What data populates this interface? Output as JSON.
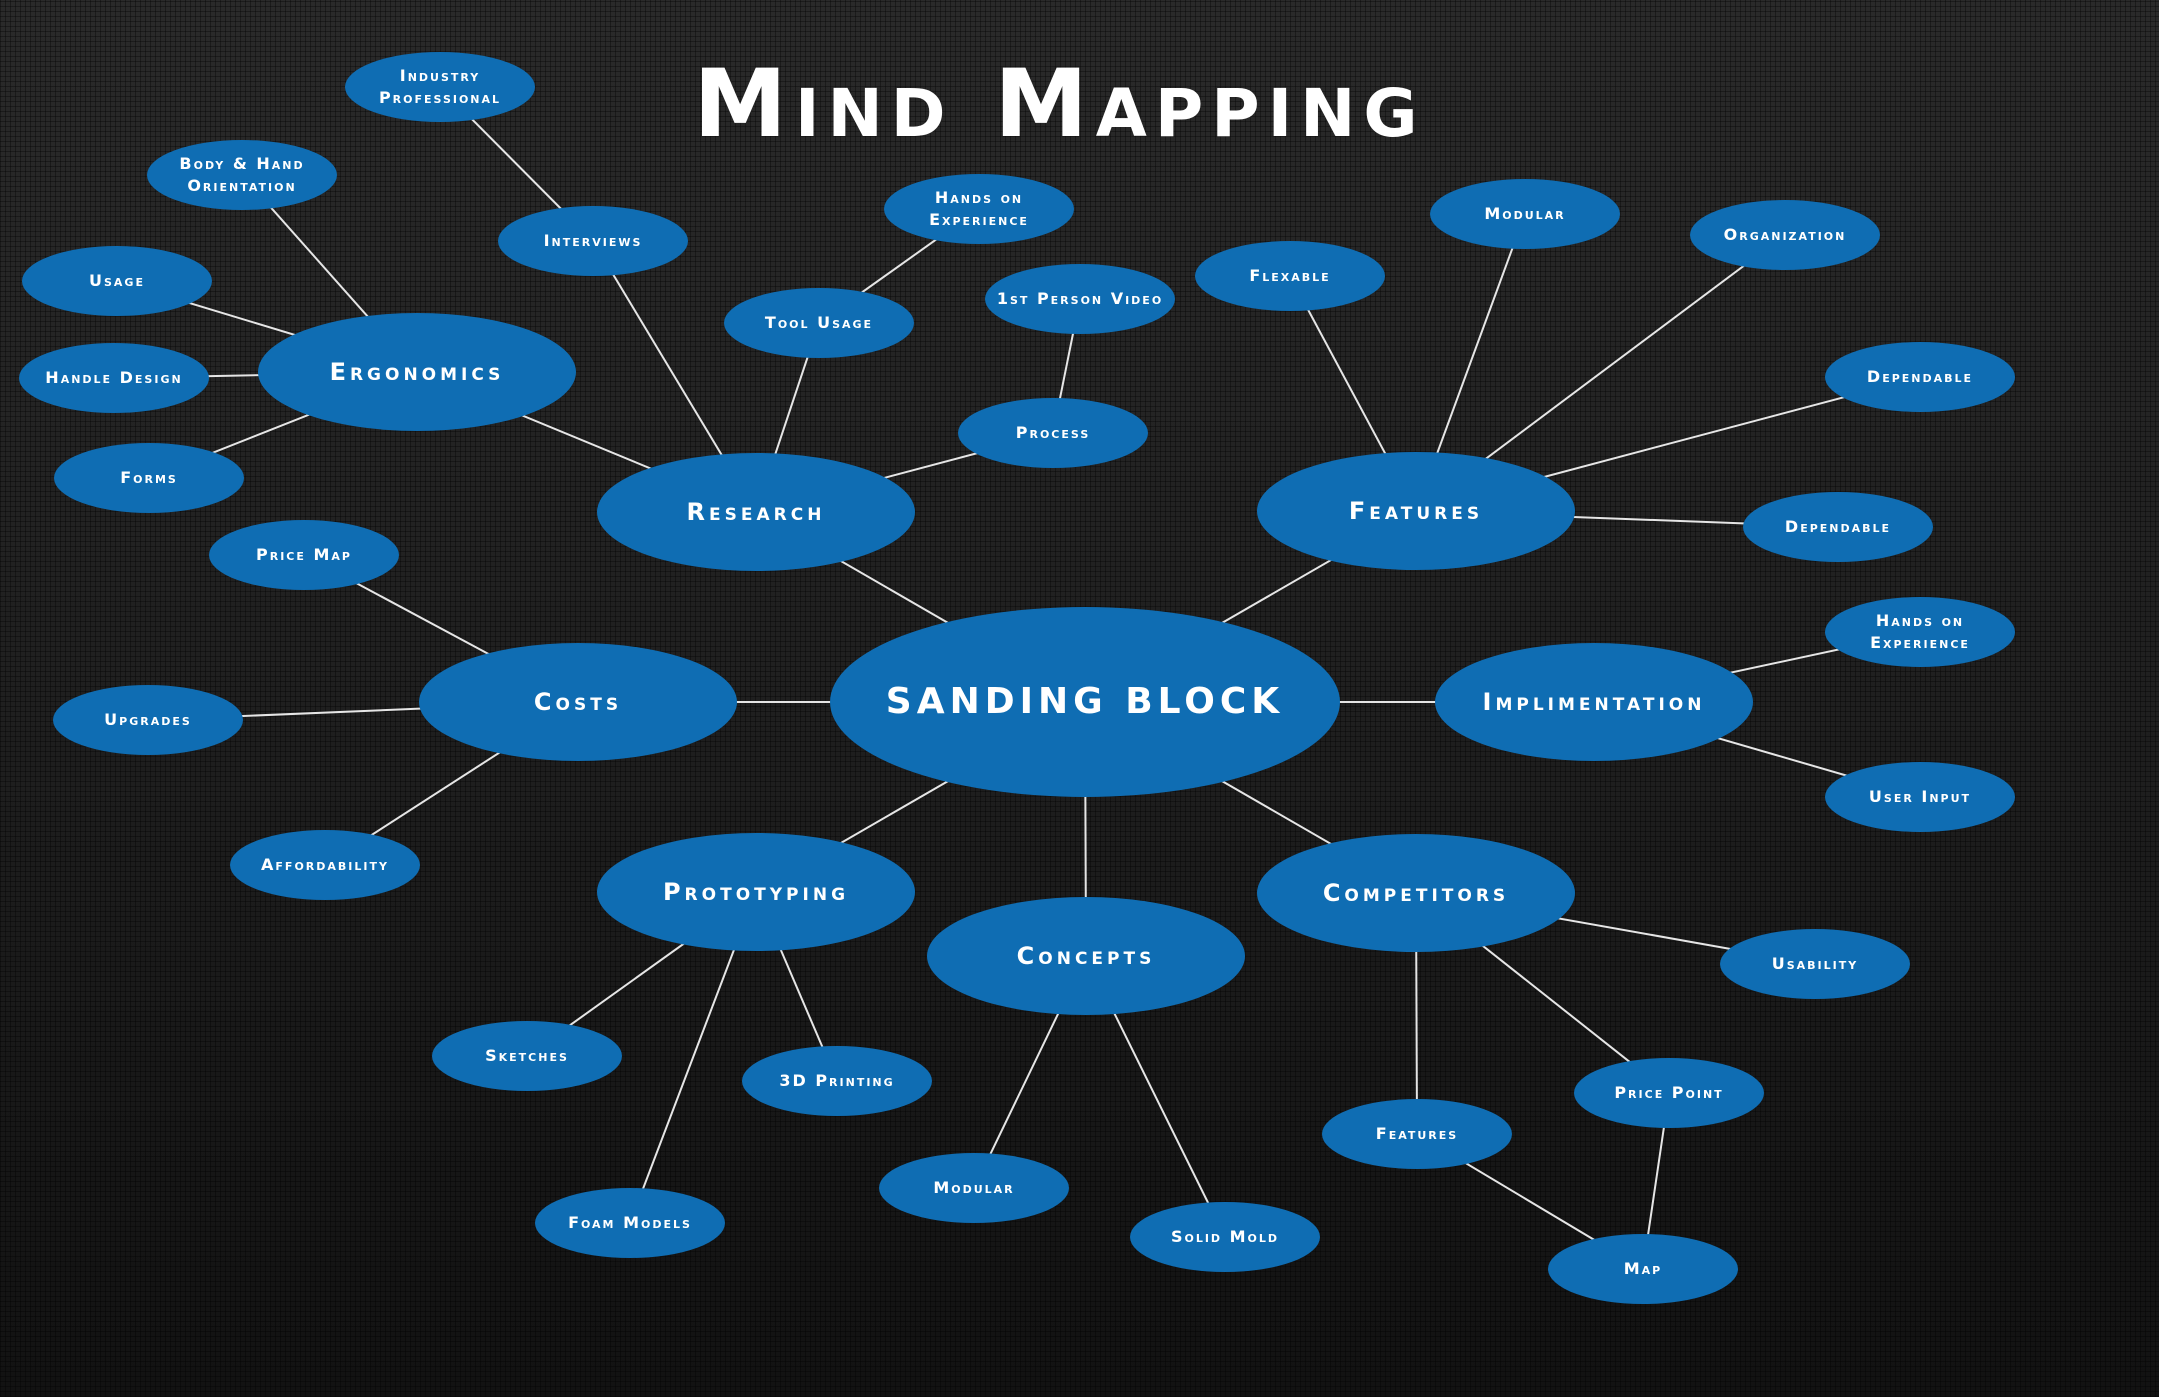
{
  "title": "Mind Mapping",
  "colors": {
    "node_fill": "#0f6db3",
    "line": "#e6e6e6",
    "text": "#ffffff"
  },
  "center": {
    "label": "SANDING BLOCK"
  },
  "hubs": [
    {
      "id": "research",
      "label": "Research"
    },
    {
      "id": "features",
      "label": "Features"
    },
    {
      "id": "costs",
      "label": "Costs"
    },
    {
      "id": "implimentation",
      "label": "Implimentation"
    },
    {
      "id": "prototyping",
      "label": "Prototyping"
    },
    {
      "id": "concepts",
      "label": "Concepts"
    },
    {
      "id": "competitors",
      "label": "Competitors"
    },
    {
      "id": "ergonomics",
      "label": "Ergonomics"
    }
  ],
  "leaves": [
    {
      "id": "industry-professional",
      "label": "Industry Professional"
    },
    {
      "id": "interviews",
      "label": "Interviews"
    },
    {
      "id": "hands-on-experience-research",
      "label": "Hands on Experience"
    },
    {
      "id": "tool-usage",
      "label": "Tool Usage"
    },
    {
      "id": "first-person-video",
      "label": "1st Person Video"
    },
    {
      "id": "process",
      "label": "Process"
    },
    {
      "id": "body-hand-orientation",
      "label": "Body & Hand Orientation"
    },
    {
      "id": "usage",
      "label": "Usage"
    },
    {
      "id": "handle-design",
      "label": "Handle Design"
    },
    {
      "id": "forms",
      "label": "Forms"
    },
    {
      "id": "flexable",
      "label": "Flexable"
    },
    {
      "id": "modular-features",
      "label": "Modular"
    },
    {
      "id": "organization",
      "label": "Organization"
    },
    {
      "id": "dependable-1",
      "label": "Dependable"
    },
    {
      "id": "dependable-2",
      "label": "Dependable"
    },
    {
      "id": "hands-on-experience-impl",
      "label": "Hands on Experience"
    },
    {
      "id": "user-input",
      "label": "User Input"
    },
    {
      "id": "price-map",
      "label": "Price Map"
    },
    {
      "id": "upgrades",
      "label": "Upgrades"
    },
    {
      "id": "affordability",
      "label": "Affordability"
    },
    {
      "id": "sketches",
      "label": "Sketches"
    },
    {
      "id": "3d-printing",
      "label": "3D Printing"
    },
    {
      "id": "foam-models",
      "label": "Foam Models"
    },
    {
      "id": "modular-concepts",
      "label": "Modular"
    },
    {
      "id": "solid-mold",
      "label": "Solid Mold"
    },
    {
      "id": "usability",
      "label": "Usability"
    },
    {
      "id": "price-point",
      "label": "Price Point"
    },
    {
      "id": "features-competitors",
      "label": "Features"
    },
    {
      "id": "map",
      "label": "Map"
    }
  ]
}
